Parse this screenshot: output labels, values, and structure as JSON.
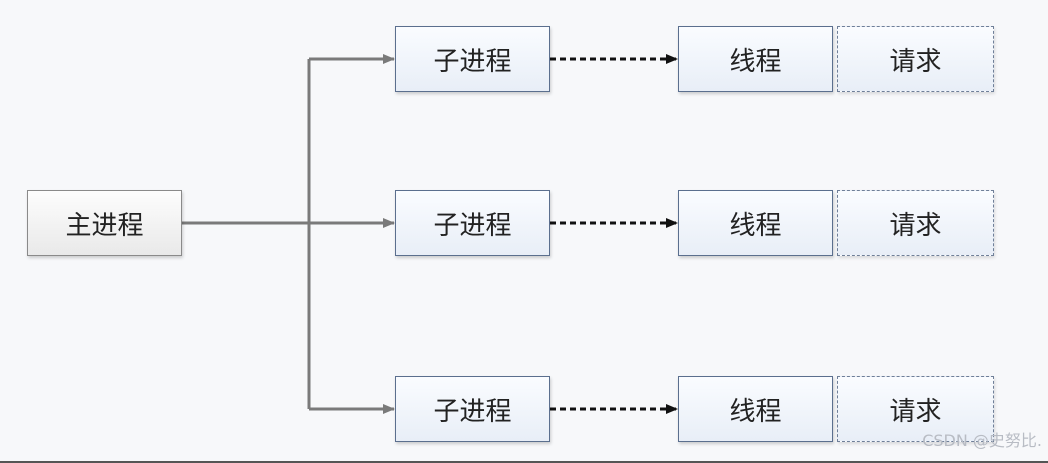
{
  "diagram": {
    "main": {
      "label": "主进程"
    },
    "rows": [
      {
        "child": "子进程",
        "thread": "线程",
        "request": "请求"
      },
      {
        "child": "子进程",
        "thread": "线程",
        "request": "请求"
      },
      {
        "child": "子进程",
        "thread": "线程",
        "request": "请求"
      }
    ]
  },
  "watermark": "CSDN @史努比."
}
